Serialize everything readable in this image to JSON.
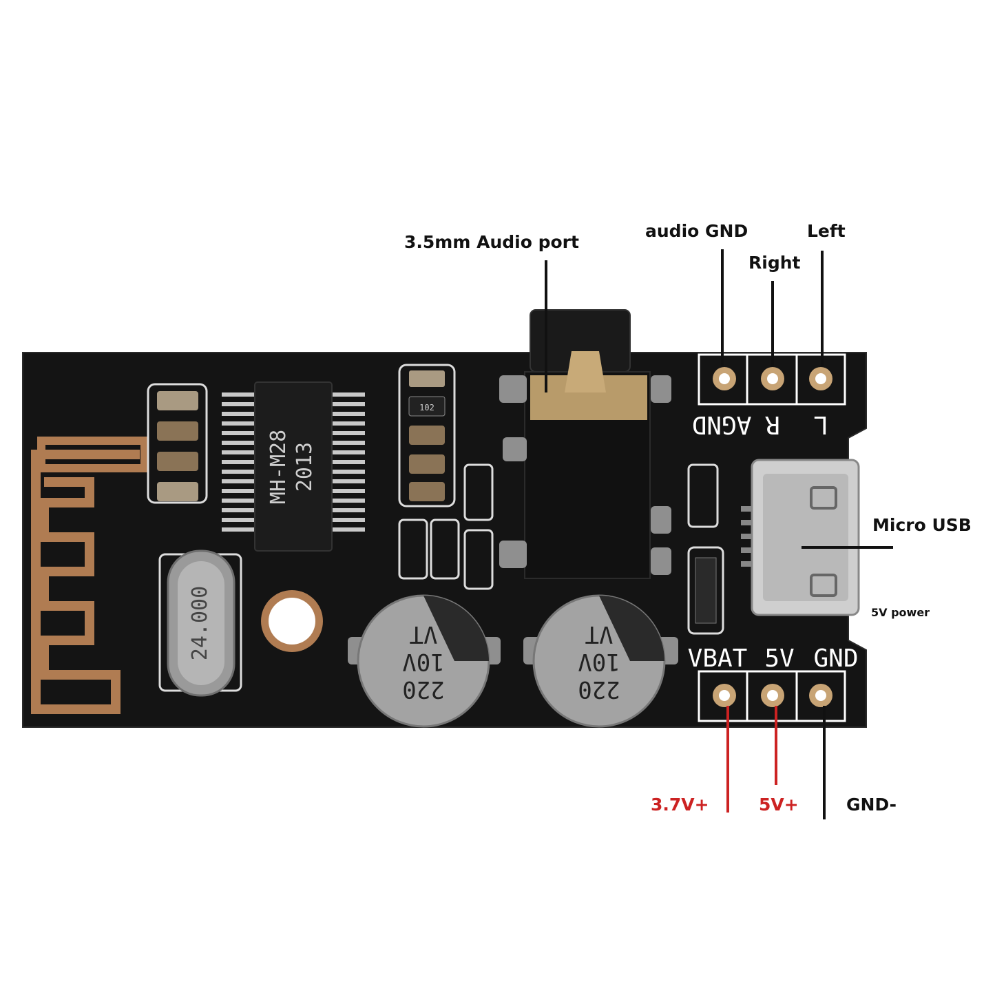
{
  "colors": {
    "board": "#141414",
    "copper": "#b07c52",
    "silkscreen": "#ffffff",
    "label_black": "#111111",
    "label_red": "#cc2222"
  },
  "callouts": {
    "audio_port": "3.5mm Audio port",
    "audio_gnd": "audio GND",
    "right": "Right",
    "left": "Left",
    "micro_usb": "Micro USB",
    "five_v_power": "5V power",
    "v37_plus": "3.7V+",
    "v5_plus": "5V+",
    "gnd_minus": "GND-"
  },
  "board_markings": {
    "top_pins": [
      "AGND",
      "R",
      "L"
    ],
    "bottom_pins": [
      "VBAT",
      "5V",
      "GND"
    ],
    "chip": [
      "MH-M28",
      "2013"
    ],
    "crystal": "24.000",
    "capacitor": [
      "220",
      "10V",
      "VT"
    ],
    "resistor_code": "102"
  }
}
